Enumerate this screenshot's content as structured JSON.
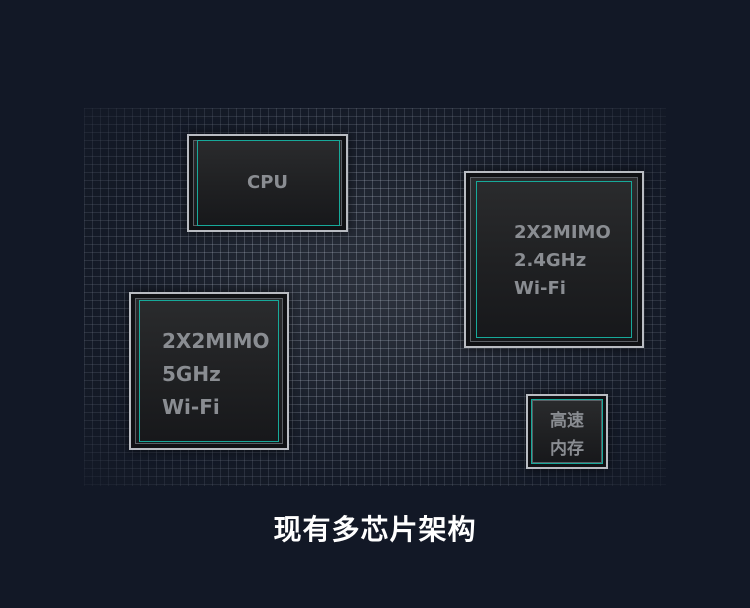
{
  "chips": {
    "cpu": {
      "lines": [
        "CPU"
      ]
    },
    "wifi_24": {
      "lines": [
        "2X2MIMO",
        "2.4GHz",
        "Wi-Fi"
      ]
    },
    "wifi_5": {
      "lines": [
        "2X2MIMO",
        "5GHz",
        "Wi-Fi"
      ]
    },
    "memory": {
      "lines": [
        "高速",
        "内存"
      ]
    }
  },
  "caption": "现有多芯片架构",
  "colors": {
    "background": "#121826",
    "grid_line": "#aab4c3",
    "chip_trace": "#17a99a",
    "chip_label": "#8a8d92",
    "caption": "#ffffff"
  }
}
